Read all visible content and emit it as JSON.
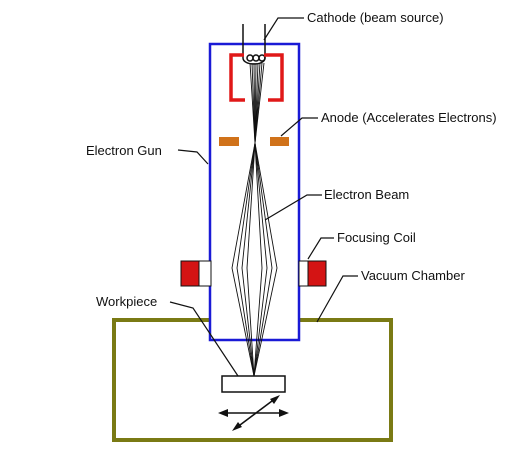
{
  "labels": {
    "cathode": "Cathode (beam source)",
    "anode": "Anode (Accelerates Electrons)",
    "electron_gun": "Electron Gun",
    "electron_beam": "Electron Beam",
    "focusing_coil": "Focusing Coil",
    "vacuum_chamber": "Vacuum Chamber",
    "workpiece": "Workpiece"
  },
  "colors": {
    "gun_outline": "#1a1ad6",
    "cathode_bracket": "#e01818",
    "anode_plate": "#d0721a",
    "coil": "#d41414",
    "chamber": "#7a7a14",
    "line": "#111111"
  }
}
